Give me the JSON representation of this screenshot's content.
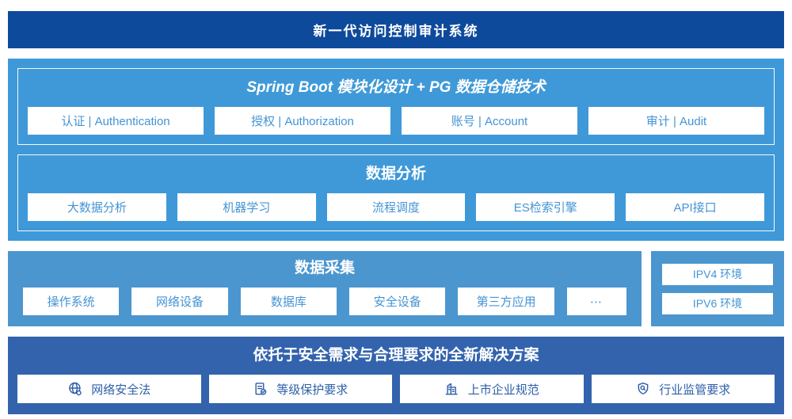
{
  "colors": {
    "banner_bg": "#0e4a9c",
    "platform_bg": "#3f99d8",
    "collection_bg": "#4b96cf",
    "solution_bg": "#3363ad",
    "chip_text_light": "#4494d4",
    "chip_text_dark": "#2e5fa9"
  },
  "banner": {
    "title": "新一代访问控制审计系统"
  },
  "platform": {
    "module_box": {
      "title": "Spring Boot 模块化设计 + PG 数据仓储技术",
      "items": [
        "认证 | Authentication",
        "授权 | Authorization",
        "账号 | Account",
        "审计 | Audit"
      ]
    },
    "analysis_box": {
      "title": "数据分析",
      "items": [
        "大数据分析",
        "机器学习",
        "流程调度",
        "ES检索引擎",
        "API接口"
      ]
    }
  },
  "collection": {
    "title": "数据采集",
    "items": [
      "操作系统",
      "网络设备",
      "数据库",
      "安全设备",
      "第三方应用",
      "⋯"
    ],
    "env_box": {
      "items": [
        "IPV4 环境",
        "IPV6 环境"
      ]
    }
  },
  "solution": {
    "title": "依托于安全需求与合理要求的全新解决方案",
    "items": [
      {
        "icon": "globe-icon",
        "label": "网络安全法"
      },
      {
        "icon": "checklist-doc-icon",
        "label": "等级保护要求"
      },
      {
        "icon": "building-icon",
        "label": "上市企业规范"
      },
      {
        "icon": "shield-search-icon",
        "label": "行业监管要求"
      }
    ]
  }
}
